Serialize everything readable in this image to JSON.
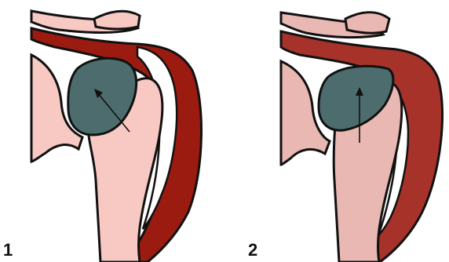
{
  "panels": [
    {
      "label": "1"
    },
    {
      "label": "2"
    }
  ],
  "colors": {
    "outline": "#111111",
    "muscle_panel_1": "#9b1b10",
    "muscle_panel_2": "#a7322a",
    "bone_panel_1": "#f7c9c2",
    "bone_panel_2": "#e9b8b2",
    "glenoid_head": "#4d6c6d",
    "bursa_white": "#ffffff"
  },
  "icons": {
    "arrow_panel_1": "diagonal-arrow-up-left",
    "arrow_panel_2": "vertical-arrow-up"
  }
}
